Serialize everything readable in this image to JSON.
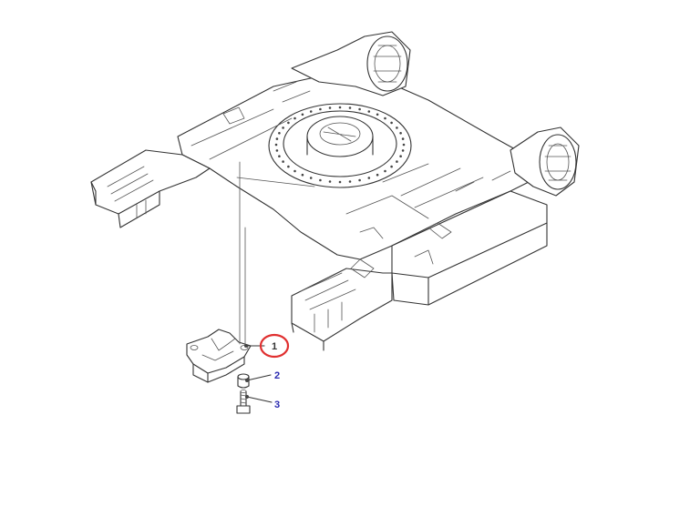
{
  "callouts": [
    {
      "number": "1",
      "highlighted": true
    },
    {
      "number": "2",
      "highlighted": false
    },
    {
      "number": "3",
      "highlighted": false
    }
  ],
  "colors": {
    "line": "#333333",
    "callout_text_plain": "#2a2ab0",
    "callout_text_highlight": "#333333",
    "highlight_circle": "#e03030",
    "background": "#ffffff"
  }
}
